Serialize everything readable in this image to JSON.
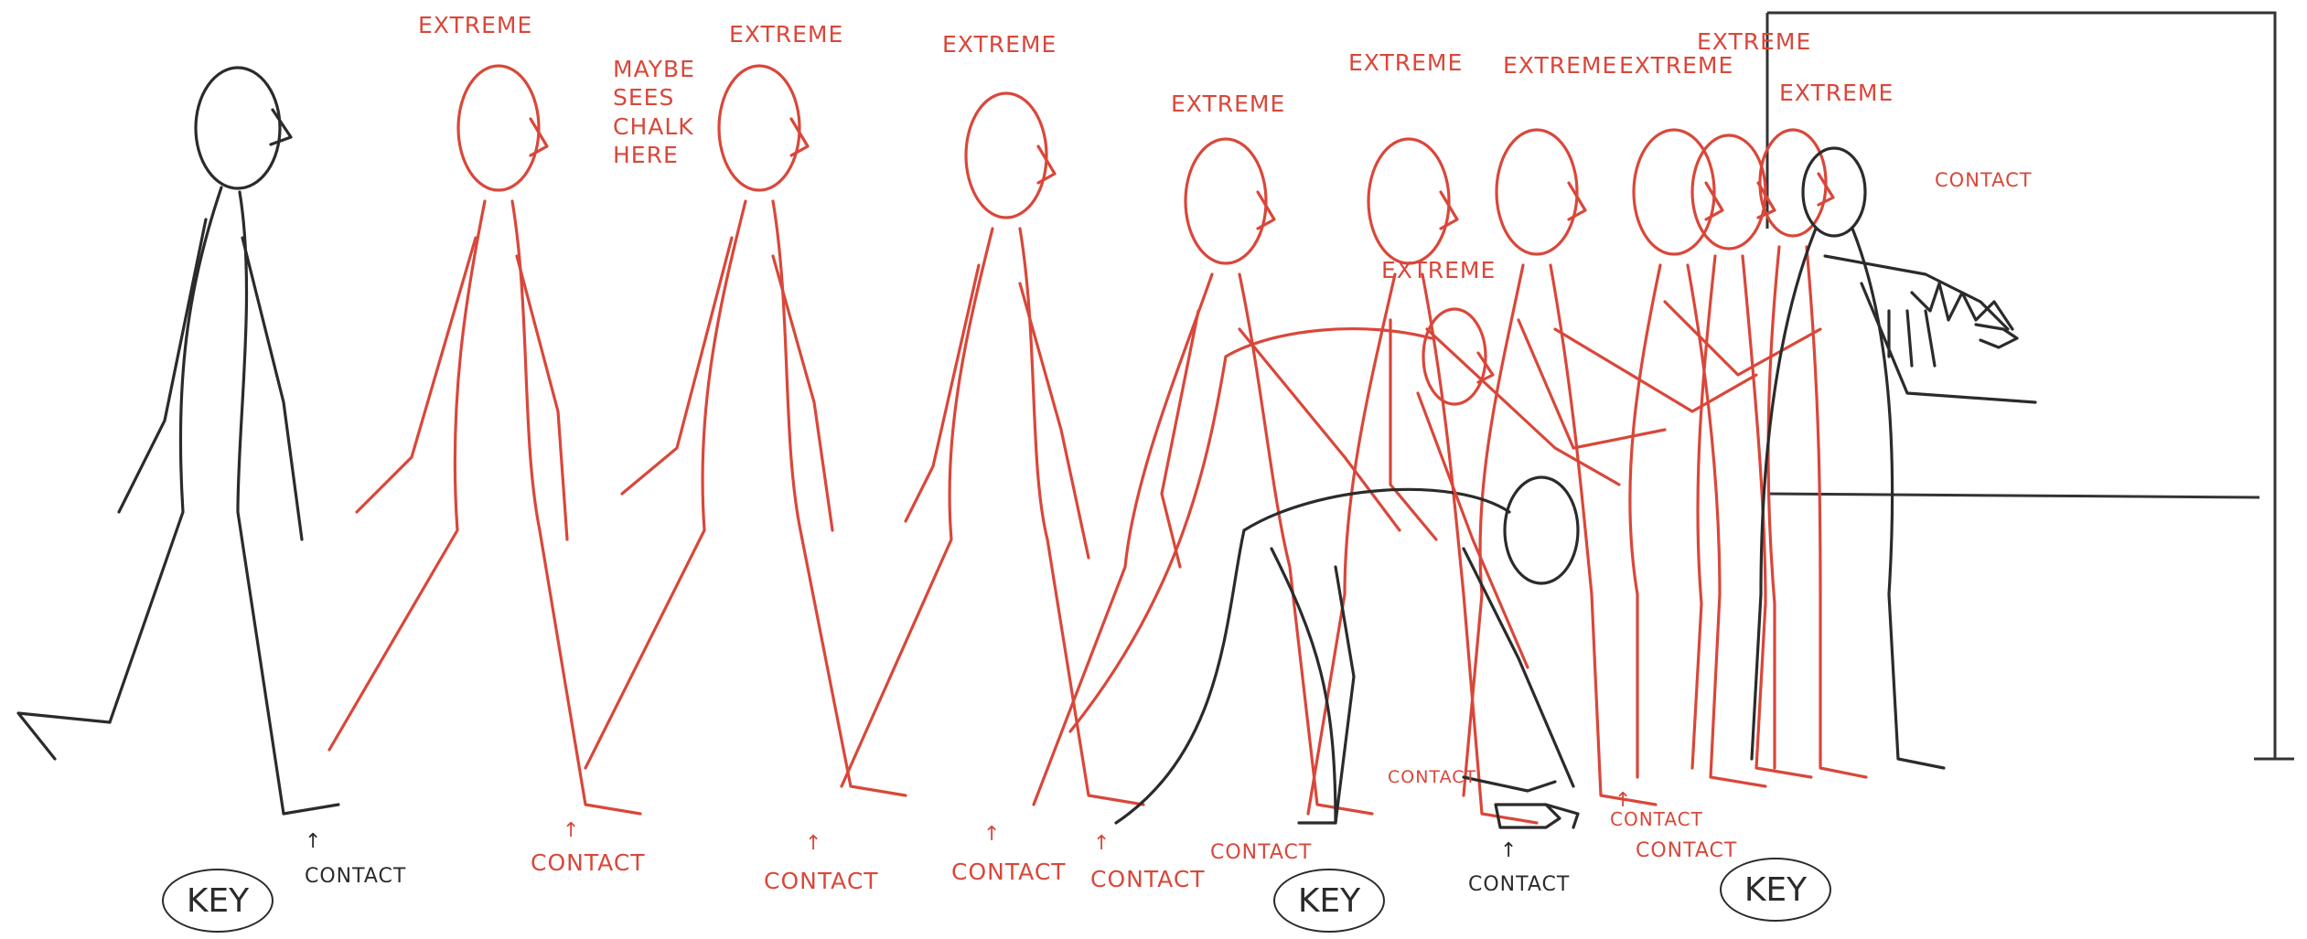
{
  "labels": {
    "extreme": "EXTREME",
    "contact": "CONTACT",
    "key": "KEY",
    "maybe_sees_chalk_here": [
      "MAYBE",
      "SEES",
      "CHALK",
      "HERE"
    ]
  },
  "colors": {
    "key_pose": "#2b2b2b",
    "inbetween_pose": "#d9473a",
    "paper": "#ffffff"
  },
  "figures": [
    {
      "id": "pose-1",
      "kind": "key"
    },
    {
      "id": "pose-2",
      "kind": "extreme"
    },
    {
      "id": "pose-3",
      "kind": "extreme"
    },
    {
      "id": "pose-4",
      "kind": "extreme"
    },
    {
      "id": "pose-5",
      "kind": "extreme"
    },
    {
      "id": "pose-6",
      "kind": "extreme"
    },
    {
      "id": "pose-7",
      "kind": "extreme"
    },
    {
      "id": "pose-8",
      "kind": "extreme"
    },
    {
      "id": "pose-9",
      "kind": "extreme"
    },
    {
      "id": "pose-10",
      "kind": "extreme"
    },
    {
      "id": "pose-11",
      "kind": "extreme"
    },
    {
      "id": "pose-bend",
      "kind": "key"
    },
    {
      "id": "pose-board",
      "kind": "key"
    }
  ]
}
